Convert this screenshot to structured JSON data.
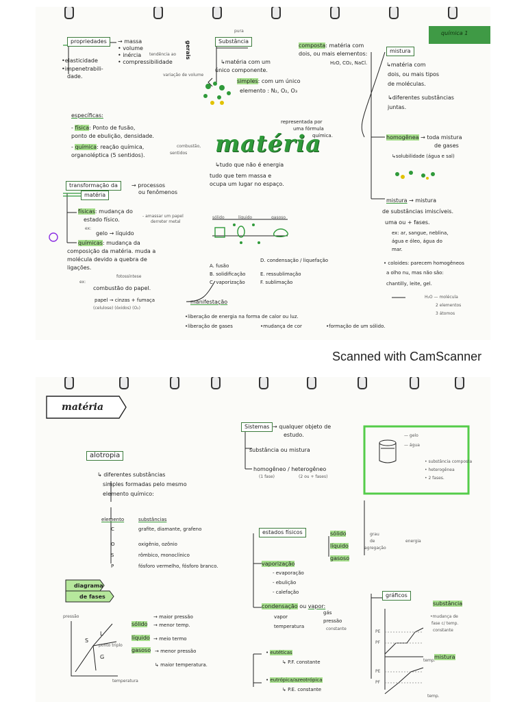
{
  "scanner_text": "Scanned with CamScanner",
  "page1": {
    "tab": "química 1",
    "title": "matéria",
    "title_def1": "tudo que não é energia",
    "title_def2": "tudo que tem massa e",
    "title_def3": "ocupa um lugar no espaço.",
    "representada": "representada por",
    "uma_formula": "uma fórmula",
    "quimica": "química.",
    "propriedades": {
      "box": "propriedades",
      "items": [
        "massa",
        "volume",
        "inércia",
        "compressibilidade"
      ],
      "gerais": "gerais",
      "elasticidade": "elasticidade",
      "impenetrabilidade1": "impenetrabili-",
      "impenetrabilidade2": "dade.",
      "especificas": "específicas:",
      "fisica": "física",
      "fisica_text": ": Ponto de fusão,",
      "fisica_text2": "ponto de ebulição, densidade.",
      "quimica": "química",
      "quimica_text": ": reação química,",
      "quimica_text2": "organoléptica (5 sentidos).",
      "note1": "combustão,",
      "note2": "sentidos",
      "note3": "tendência ao",
      "note4": "variação de volume"
    },
    "transformacao": {
      "box1": "transformação da",
      "box2": "matéria",
      "processos": "processos",
      "fenomenos": "ou fenômenos",
      "fisicas": "físicas",
      "fisicas_text": ": mudança do",
      "fisicas_text2": "estado físico.",
      "fisicas_note": "amassar um papel",
      "fisicas_note2": "derreter metal",
      "ex1": "ex:",
      "gelo": "gelo → líquido",
      "quimicas": "químicas",
      "quimicas_text": ": mudança da",
      "quimicas_text2": "composição da matéria. muda a",
      "quimicas_text3": "molécula devido a quebra de",
      "quimicas_text4": "ligações.",
      "fotossintese": "fotossíntese",
      "ex2": "ex:",
      "combustao": "combustão do papel.",
      "papel": "papel → cinzas + fumaça",
      "papel2": "(celulose)   (óxidos)   (O₂)",
      "manifestacao": "manifestação",
      "mani1": "•liberação de energia na forma de calor ou luz.",
      "mani2": "•liberação de gases",
      "mani3": "•mudança de cor",
      "mani4": "•formação de um sólido."
    },
    "estados": {
      "solido": "sólido",
      "liquido": "líquido",
      "gasoso": "gasoso",
      "a": "A. fusão",
      "b": "B. solidificação",
      "c": "C. vaporização",
      "d": "D. condensação / liquefação",
      "e": "E. ressublimação",
      "f": "F. sublimação"
    },
    "substancia": {
      "para": "pura",
      "box": "Substância",
      "composta": "composta",
      "composta_text": ": matéria com",
      "composta_text2": "dois, ou mais elementos:",
      "composta_text3": "H₂O, CO₂, NaCl.",
      "def1": "matéria com um",
      "def2": "único componente.",
      "simples": "simples",
      "simples_text": ": com um único",
      "simples_text2": "elemento : N₂, O₂, O₃"
    },
    "mistura": {
      "box": "mistura",
      "def1": "matéria com",
      "def2": "dois, ou mais tipos",
      "def3": "de moléculas.",
      "def4": "diferentes substâncias",
      "def5": "juntas.",
      "homogenea": "homogênea",
      "homo_text": "→ toda mistura",
      "homo_text2": "de gases",
      "solubilidade": "solubilidade (água e sal)",
      "heterogenea": "mistura",
      "hetero_text": "→ mistura",
      "hetero_text2": "de substâncias imiscíveis.",
      "hetero_text3": "uma ou + fases.",
      "hetero_ex": "ex: ar, sangue, neblina,",
      "hetero_ex2": "água e óleo, água do",
      "hetero_ex3": "mar.",
      "coloides": "• coloides: parecem homogêneos",
      "coloides2": "a olho nu, mas não são:",
      "coloides3": "chantilly, leite, gel.",
      "h2o": "H₂O — molécula",
      "h2o2": "2 elementos",
      "h2o3": "3 átomos"
    }
  },
  "page2": {
    "title": "matéria",
    "alotropia": {
      "box": "alotropia",
      "def1": "diferentes substâncias",
      "def2": "simples formadas pelo mesmo",
      "def3": "elemento químico:",
      "col1": "elemento",
      "col2": "substâncias",
      "rows": [
        {
          "el": "C",
          "sub": "grafite, diamante, grafeno"
        },
        {
          "el": "O",
          "sub": "oxigênio, ozônio"
        },
        {
          "el": "S",
          "sub": "rômbico, monoclínico"
        },
        {
          "el": "P",
          "sub": "fósforo vermelho, fósforo branco."
        }
      ]
    },
    "sistemas": {
      "box": "Sistemas",
      "def1": "qualquer objeto de",
      "def2": "estudo.",
      "sub": "substância ou mistura",
      "homo": "homogêneo / heterogêneo",
      "homo2": "(1 fase)",
      "homo3": "(2 ou + fases)",
      "gelo": "gelo",
      "agua": "água",
      "b1": "• substância composta",
      "b2": "• heterogênea",
      "b3": "• 2 fases."
    },
    "estados": {
      "box": "estados físicos",
      "solido": "sólido",
      "liquido": "líquido",
      "gasoso": "gasoso",
      "grau": "grau",
      "de": "de",
      "agregacao": "agregação",
      "energia": "energia",
      "vaporizacao": "vaporização",
      "evaporacao": "- evaporação",
      "ebulicao": "- ebulição",
      "calefacao": "- calefação",
      "condensacao": "condensação",
      "ou": "ou",
      "vapor": "vapor:",
      "vapor1": "vapor",
      "temperatura": "temperatura",
      "gas": "gás",
      "pressao": "pressão",
      "constante": "constante",
      "euteticas": "eutéticas",
      "pf": "P.F. constante",
      "azeotropica": "eutrópica/azeotrópica",
      "pe": "P.E. constante"
    },
    "diagrama": {
      "box1": "diagrama",
      "box2": "de fases",
      "pressao_axis": "pressão",
      "temp_axis": "temperatura",
      "ponto_triplo": "ponto triplo",
      "S": "S",
      "L": "L",
      "G": "G",
      "solido": "sólido",
      "solido_a": "maior pressão",
      "solido_b": "menor temp.",
      "liquido": "líquido",
      "liquido_a": "meio termo",
      "gasoso": "gasoso",
      "gasoso_a": "menor pressão",
      "gasoso_b": "maior temperatura."
    },
    "graficos": {
      "box": "gráficos",
      "substancia": "substância",
      "mudanca": "mudança de",
      "mudanca2": "fase c/ temp.",
      "mudanca3": "constante",
      "mistura": "mistura",
      "pe": "PE",
      "pf": "PF",
      "temp": "temp."
    }
  }
}
